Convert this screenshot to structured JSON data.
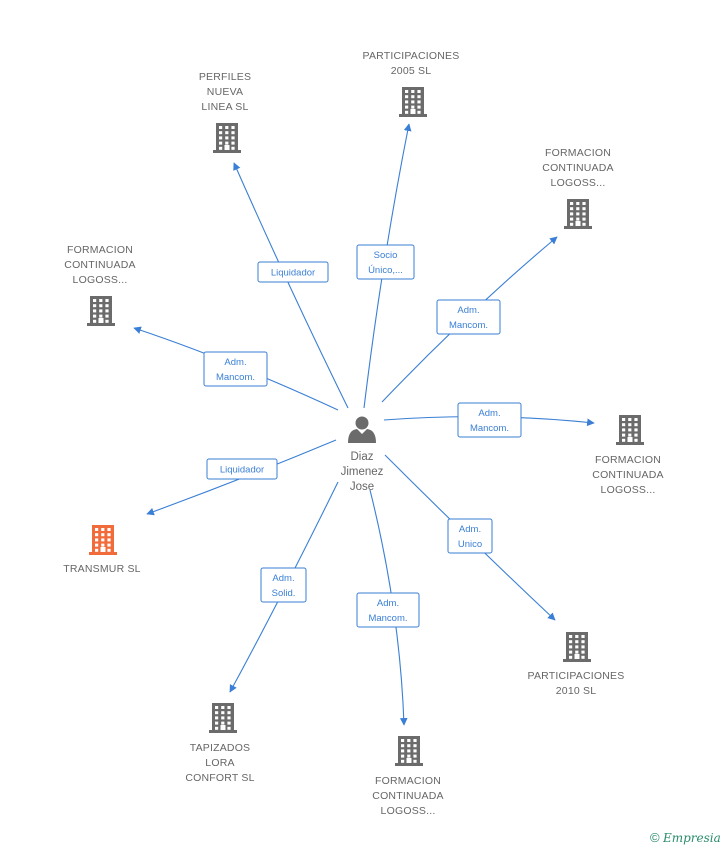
{
  "center": {
    "lines": [
      "Diaz",
      "Jimenez",
      "Jose"
    ],
    "icon": "person-icon"
  },
  "nodes": [
    {
      "id": "perfiles",
      "lines": [
        "PERFILES",
        "NUEVA",
        "LINEA SL"
      ],
      "icon": "building-icon",
      "color": "#6b6b6b"
    },
    {
      "id": "part2005",
      "lines": [
        "PARTICIPACIONES",
        "2005 SL"
      ],
      "icon": "building-icon",
      "color": "#6b6b6b"
    },
    {
      "id": "form-ne",
      "lines": [
        "FORMACION",
        "CONTINUADA",
        "LOGOSS..."
      ],
      "icon": "building-icon",
      "color": "#6b6b6b"
    },
    {
      "id": "form-w",
      "lines": [
        "FORMACION",
        "CONTINUADA",
        "LOGOSS..."
      ],
      "icon": "building-icon",
      "color": "#6b6b6b"
    },
    {
      "id": "form-e",
      "lines": [
        "FORMACION",
        "CONTINUADA",
        "LOGOSS..."
      ],
      "icon": "building-icon",
      "color": "#6b6b6b"
    },
    {
      "id": "transmur",
      "lines": [
        "TRANSMUR SL"
      ],
      "icon": "building-icon",
      "color": "#f26b3a"
    },
    {
      "id": "part2010",
      "lines": [
        "PARTICIPACIONES",
        "2010 SL"
      ],
      "icon": "building-icon",
      "color": "#6b6b6b"
    },
    {
      "id": "tapizados",
      "lines": [
        "TAPIZADOS",
        "LORA",
        "CONFORT SL"
      ],
      "icon": "building-icon",
      "color": "#6b6b6b"
    },
    {
      "id": "form-s",
      "lines": [
        "FORMACION",
        "CONTINUADA",
        "LOGOSS..."
      ],
      "icon": "building-icon",
      "color": "#6b6b6b"
    }
  ],
  "edges": [
    {
      "to": "perfiles",
      "lines": [
        "Liquidador"
      ]
    },
    {
      "to": "part2005",
      "lines": [
        "Socio",
        "Único,..."
      ]
    },
    {
      "to": "form-ne",
      "lines": [
        "Adm.",
        "Mancom."
      ]
    },
    {
      "to": "form-w",
      "lines": [
        "Adm.",
        "Mancom."
      ]
    },
    {
      "to": "form-e",
      "lines": [
        "Adm.",
        "Mancom."
      ]
    },
    {
      "to": "transmur",
      "lines": [
        "Liquidador"
      ]
    },
    {
      "to": "part2010",
      "lines": [
        "Adm.",
        "Unico"
      ]
    },
    {
      "to": "tapizados",
      "lines": [
        "Adm.",
        "Solid."
      ]
    },
    {
      "to": "form-s",
      "lines": [
        "Adm.",
        "Mancom."
      ]
    }
  ],
  "footer": {
    "copyright": "©",
    "brand": "Empresia"
  },
  "colors": {
    "edge": "#3a7fd5",
    "building": "#6b6b6b",
    "highlight": "#f26b3a",
    "person": "#6b6b6b"
  }
}
